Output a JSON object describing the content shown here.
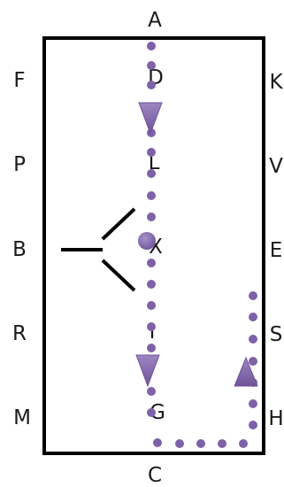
{
  "arena": {
    "letters": {
      "top": "A",
      "bottom": "C",
      "left_1": "F",
      "left_2": "P",
      "left_3": "B",
      "left_4": "R",
      "left_5": "M",
      "right_1": "K",
      "right_2": "V",
      "right_3": "E",
      "right_4": "S",
      "right_5": "H",
      "center_1": "D",
      "center_2": "L",
      "center_3": "X",
      "center_4": "I",
      "center_5": "G"
    }
  },
  "colors": {
    "border": "#000000",
    "path": "#7e62a8",
    "path_light": "#9d86c2",
    "text": "#1a1a1a"
  }
}
